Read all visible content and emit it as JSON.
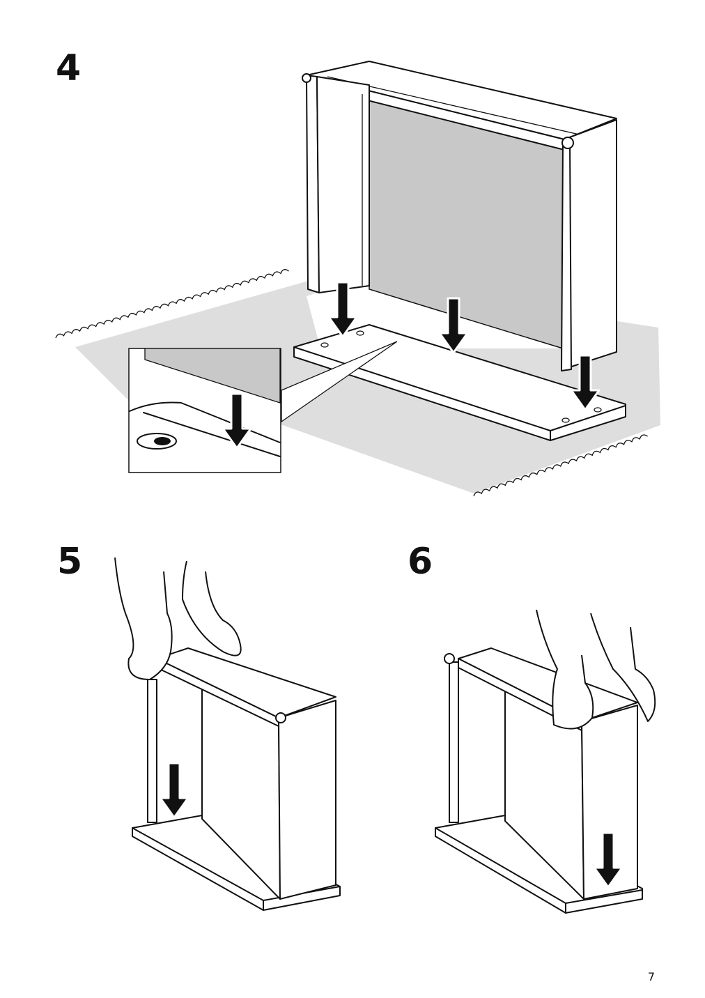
{
  "steps": [
    {
      "number": "4",
      "caption": ""
    },
    {
      "number": "5",
      "caption": ""
    },
    {
      "number": "6",
      "caption": ""
    }
  ],
  "page": {
    "number": "7"
  },
  "colors": {
    "ink": "#111111",
    "rug": "#dedede",
    "back_panel": "#c8c8c8",
    "paper": "#ffffff"
  },
  "icons": [
    "down-arrow-icon",
    "hand-icon",
    "rug-icon",
    "magnifier-inset"
  ]
}
